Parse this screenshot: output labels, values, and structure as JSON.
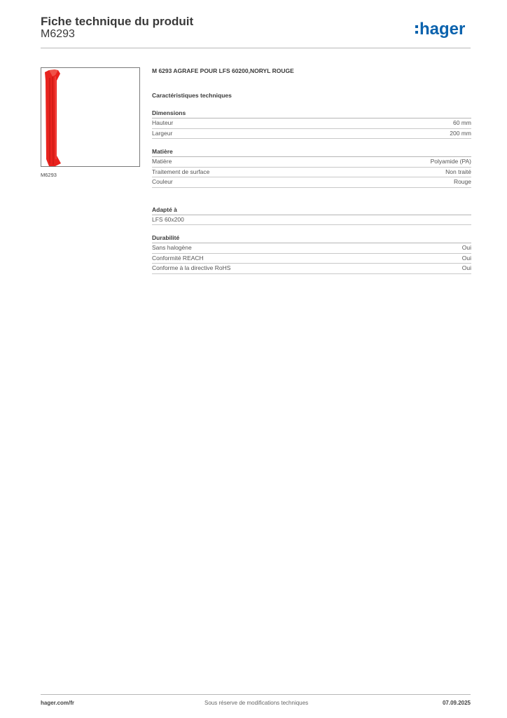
{
  "header": {
    "title": "Fiche technique du produit",
    "reference": "M6293",
    "logo_text": "hager",
    "logo_color": "#0a62ad"
  },
  "image": {
    "caption": "M6293",
    "product_color": "#e8231e"
  },
  "product": {
    "name": "M 6293 AGRAFE POUR LFS 60200,NORYL ROUGE",
    "spec_title": "Caractéristiques techniques"
  },
  "groups": [
    {
      "title": "Dimensions",
      "rows": [
        {
          "label": "Hauteur",
          "value": "60 mm"
        },
        {
          "label": "Largeur",
          "value": "200 mm"
        }
      ]
    },
    {
      "title": "Matière",
      "rows": [
        {
          "label": "Matière",
          "value": "Polyamide (PA)"
        },
        {
          "label": "Traitement de surface",
          "value": "Non traité"
        },
        {
          "label": "Couleur",
          "value": "Rouge"
        }
      ]
    },
    {
      "title": "Adapté à",
      "rows": [
        {
          "label": "LFS 60x200",
          "value": ""
        }
      ]
    },
    {
      "title": "Durabilité",
      "rows": [
        {
          "label": "Sans halogène",
          "value": "Oui"
        },
        {
          "label": "Conformité REACH",
          "value": "Oui"
        },
        {
          "label": "Conforme à la directive RoHS",
          "value": "Oui"
        }
      ]
    }
  ],
  "footer": {
    "website": "hager.com/fr",
    "disclaimer": "Sous réserve de modifications techniques",
    "date": "07.09.2025"
  }
}
